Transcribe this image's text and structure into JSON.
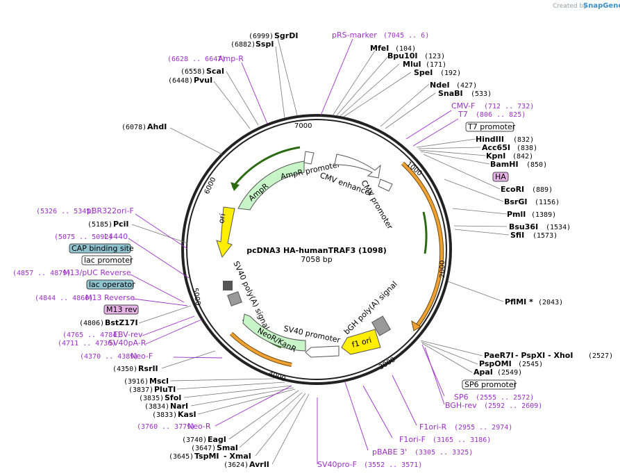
{
  "credit": {
    "text": "Created by",
    "brand": "SnapGene"
  },
  "map": {
    "title": "pcDNA3 HA-humanTRAF3 (1098)",
    "subtitle": "7058 bp",
    "ticks": [
      "1000",
      "2000",
      "3000",
      "4000",
      "5000",
      "6000",
      "7000"
    ]
  },
  "sites": [
    {
      "pos": "(6999)",
      "name": "SgrDI"
    },
    {
      "pos": "(6882)",
      "name": "SspI"
    },
    {
      "pos": "(6558)",
      "name": "ScaI"
    },
    {
      "pos": "(6448)",
      "name": "PvuI"
    },
    {
      "pos": "(6078)",
      "name": "AhdI"
    },
    {
      "pos": "(5185)",
      "name": "PciI"
    },
    {
      "pos": "(4806)",
      "name": "BstZ17I"
    },
    {
      "pos": "(4350)",
      "name": "RsrII"
    },
    {
      "pos": "(3916)",
      "name": "MscI"
    },
    {
      "pos": "(3837)",
      "name": "PluTI"
    },
    {
      "pos": "(3835)",
      "name": "SfoI"
    },
    {
      "pos": "(3834)",
      "name": "NarI"
    },
    {
      "pos": "(3833)",
      "name": "KasI"
    },
    {
      "pos": "(3740)",
      "name": "EagI"
    },
    {
      "pos": "(3647)",
      "name": "SmaI"
    },
    {
      "pos": "(3645)",
      "name": "TspMI",
      "extra": "- XmaI"
    },
    {
      "pos": "(3624)",
      "name": "AvrII"
    },
    {
      "name": "MfeI",
      "pos": "(104)"
    },
    {
      "name": "Bpu10I",
      "pos": "(123)"
    },
    {
      "name": "MluI",
      "pos": "(171)"
    },
    {
      "name": "SpeI",
      "pos": "(192)"
    },
    {
      "name": "NdeI",
      "pos": "(427)"
    },
    {
      "name": "SnaBI",
      "pos": "(533)"
    },
    {
      "name": "HindIII",
      "pos": "(832)"
    },
    {
      "name": "Acc65I",
      "pos": "(838)"
    },
    {
      "name": "KpnI",
      "pos": "(842)"
    },
    {
      "name": "BamHI",
      "pos": "(850)"
    },
    {
      "name": "EcoRI",
      "pos": "(889)"
    },
    {
      "name": "BsrGI",
      "pos": "(1156)"
    },
    {
      "name": "PmlI",
      "pos": "(1389)"
    },
    {
      "name": "Bsu36I",
      "pos": "(1534)"
    },
    {
      "name": "SfiI",
      "pos": "(1573)"
    },
    {
      "name": "PflMI *",
      "pos": "(2043)"
    },
    {
      "name": "PaeR7I",
      "extra": "- PspXI   - XhoI",
      "pos": "(2527)"
    },
    {
      "name": "PspOMI",
      "pos": "(2545)"
    },
    {
      "name": "ApaI",
      "pos": "(2549)"
    }
  ],
  "primers": [
    {
      "name": "pRS-marker",
      "pos": "(7045 .. 6)"
    },
    {
      "pos": "(6628 .. 6647)",
      "name": "Amp-R"
    },
    {
      "name": "CMV-F",
      "pos": "(712 .. 732)"
    },
    {
      "name": "T7",
      "pos": "(806 .. 825)"
    },
    {
      "pos": "(5326 .. 5345)",
      "name": "pBR322ori-F"
    },
    {
      "pos": "(5075 .. 5092)",
      "name": "L4440"
    },
    {
      "pos": "(4857 .. 4879)",
      "name": "M13/pUC Reverse"
    },
    {
      "pos": "(4844 .. 4860)",
      "name": "M13 Reverse"
    },
    {
      "pos": "(4765 .. 4784)",
      "name": "EBV-rev"
    },
    {
      "pos": "(4711 .. 4730)",
      "name": "SV40pA-R"
    },
    {
      "pos": "(4370 .. 4389)",
      "name": "Neo-F"
    },
    {
      "pos": "(3760 .. 3779)",
      "name": "Neo-R"
    },
    {
      "name": "SP6",
      "pos": "(2555 .. 2572)"
    },
    {
      "name": "BGH-rev",
      "pos": "(2592 .. 2609)"
    },
    {
      "name": "F1ori-R",
      "pos": "(2955 .. 2974)"
    },
    {
      "name": "F1ori-F",
      "pos": "(3165 .. 3186)"
    },
    {
      "name": "pBABE 3'",
      "pos": "(3305 .. 3325)"
    },
    {
      "name": "SV40pro-F",
      "pos": "(3552 .. 3571)"
    }
  ],
  "boxes": {
    "t7_promoter": "T7 promoter",
    "ha": "HA",
    "cap_binding_site": "CAP binding site",
    "lac_promoter": "lac promoter",
    "lac_operator": "lac operator",
    "m13_rev": "M13 rev",
    "sp6_promoter": "SP6 promoter"
  },
  "features": {
    "ampr_promoter": "AmpR promoter",
    "ampr": "AmpR",
    "cmv_enhancer": "CMV enhancer",
    "cmv_promoter": "CMV promoter",
    "ori": "ori",
    "sv40_polya": "SV40 poly(A) signal",
    "bgh_polya": "bGH poly(A) signal",
    "sv40_promoter": "SV40 promoter",
    "neor": "NeoR/KanR",
    "f1_ori": "f1 ori"
  },
  "colors": {
    "primer": "#9b2fc9",
    "ampr": "#c8f5c8",
    "ori": "#ffee00",
    "cds_orange": "#f0a030",
    "box_blue": "#8ec3cf",
    "box_pink": "#e6b3e6"
  }
}
